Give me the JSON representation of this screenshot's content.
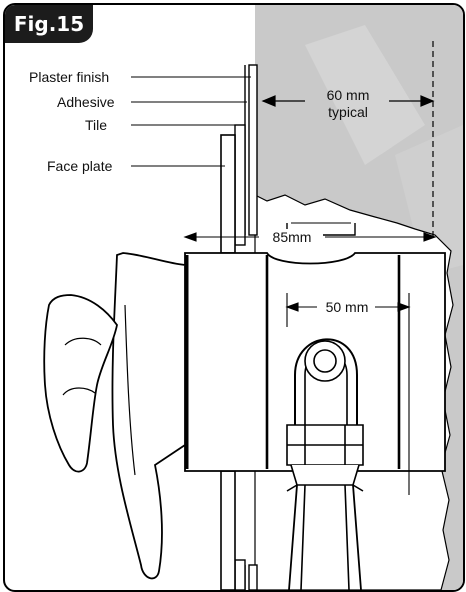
{
  "figure": {
    "label": "Fig.15"
  },
  "labels": {
    "plaster_finish": "Plaster finish",
    "adhesive": "Adhesive",
    "tile": "Tile",
    "face_plate": "Face plate",
    "depth_typical_value": "60 mm",
    "depth_typical_note": "typical",
    "body_length": "85mm",
    "outlet_spacing": "50 mm"
  },
  "colors": {
    "wall": "#c9c9c9",
    "outline": "#000000",
    "background": "#ffffff"
  }
}
